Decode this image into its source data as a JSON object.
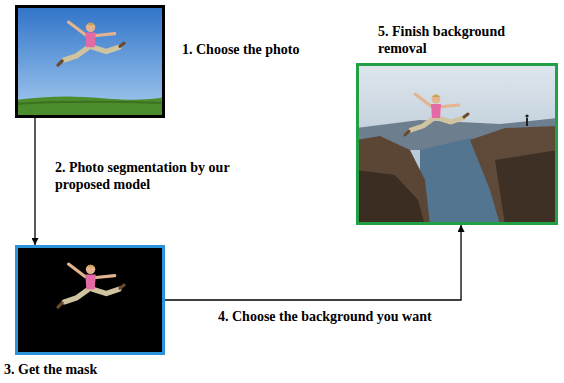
{
  "diagram": {
    "nodes": [
      {
        "text": [
          "1. Choose the photo"
        ]
      },
      {
        "text": [
          "3. Get the mask"
        ]
      },
      {
        "text": [
          "5. Finish background removal"
        ]
      }
    ],
    "edges": [
      {
        "from": 0,
        "to": 1,
        "arrow": "to",
        "label": "2. Photo segmentation by our proposed model"
      },
      {
        "from": 1,
        "to": 2,
        "arrow": "to",
        "label": "4. Choose the background you want"
      }
    ]
  }
}
